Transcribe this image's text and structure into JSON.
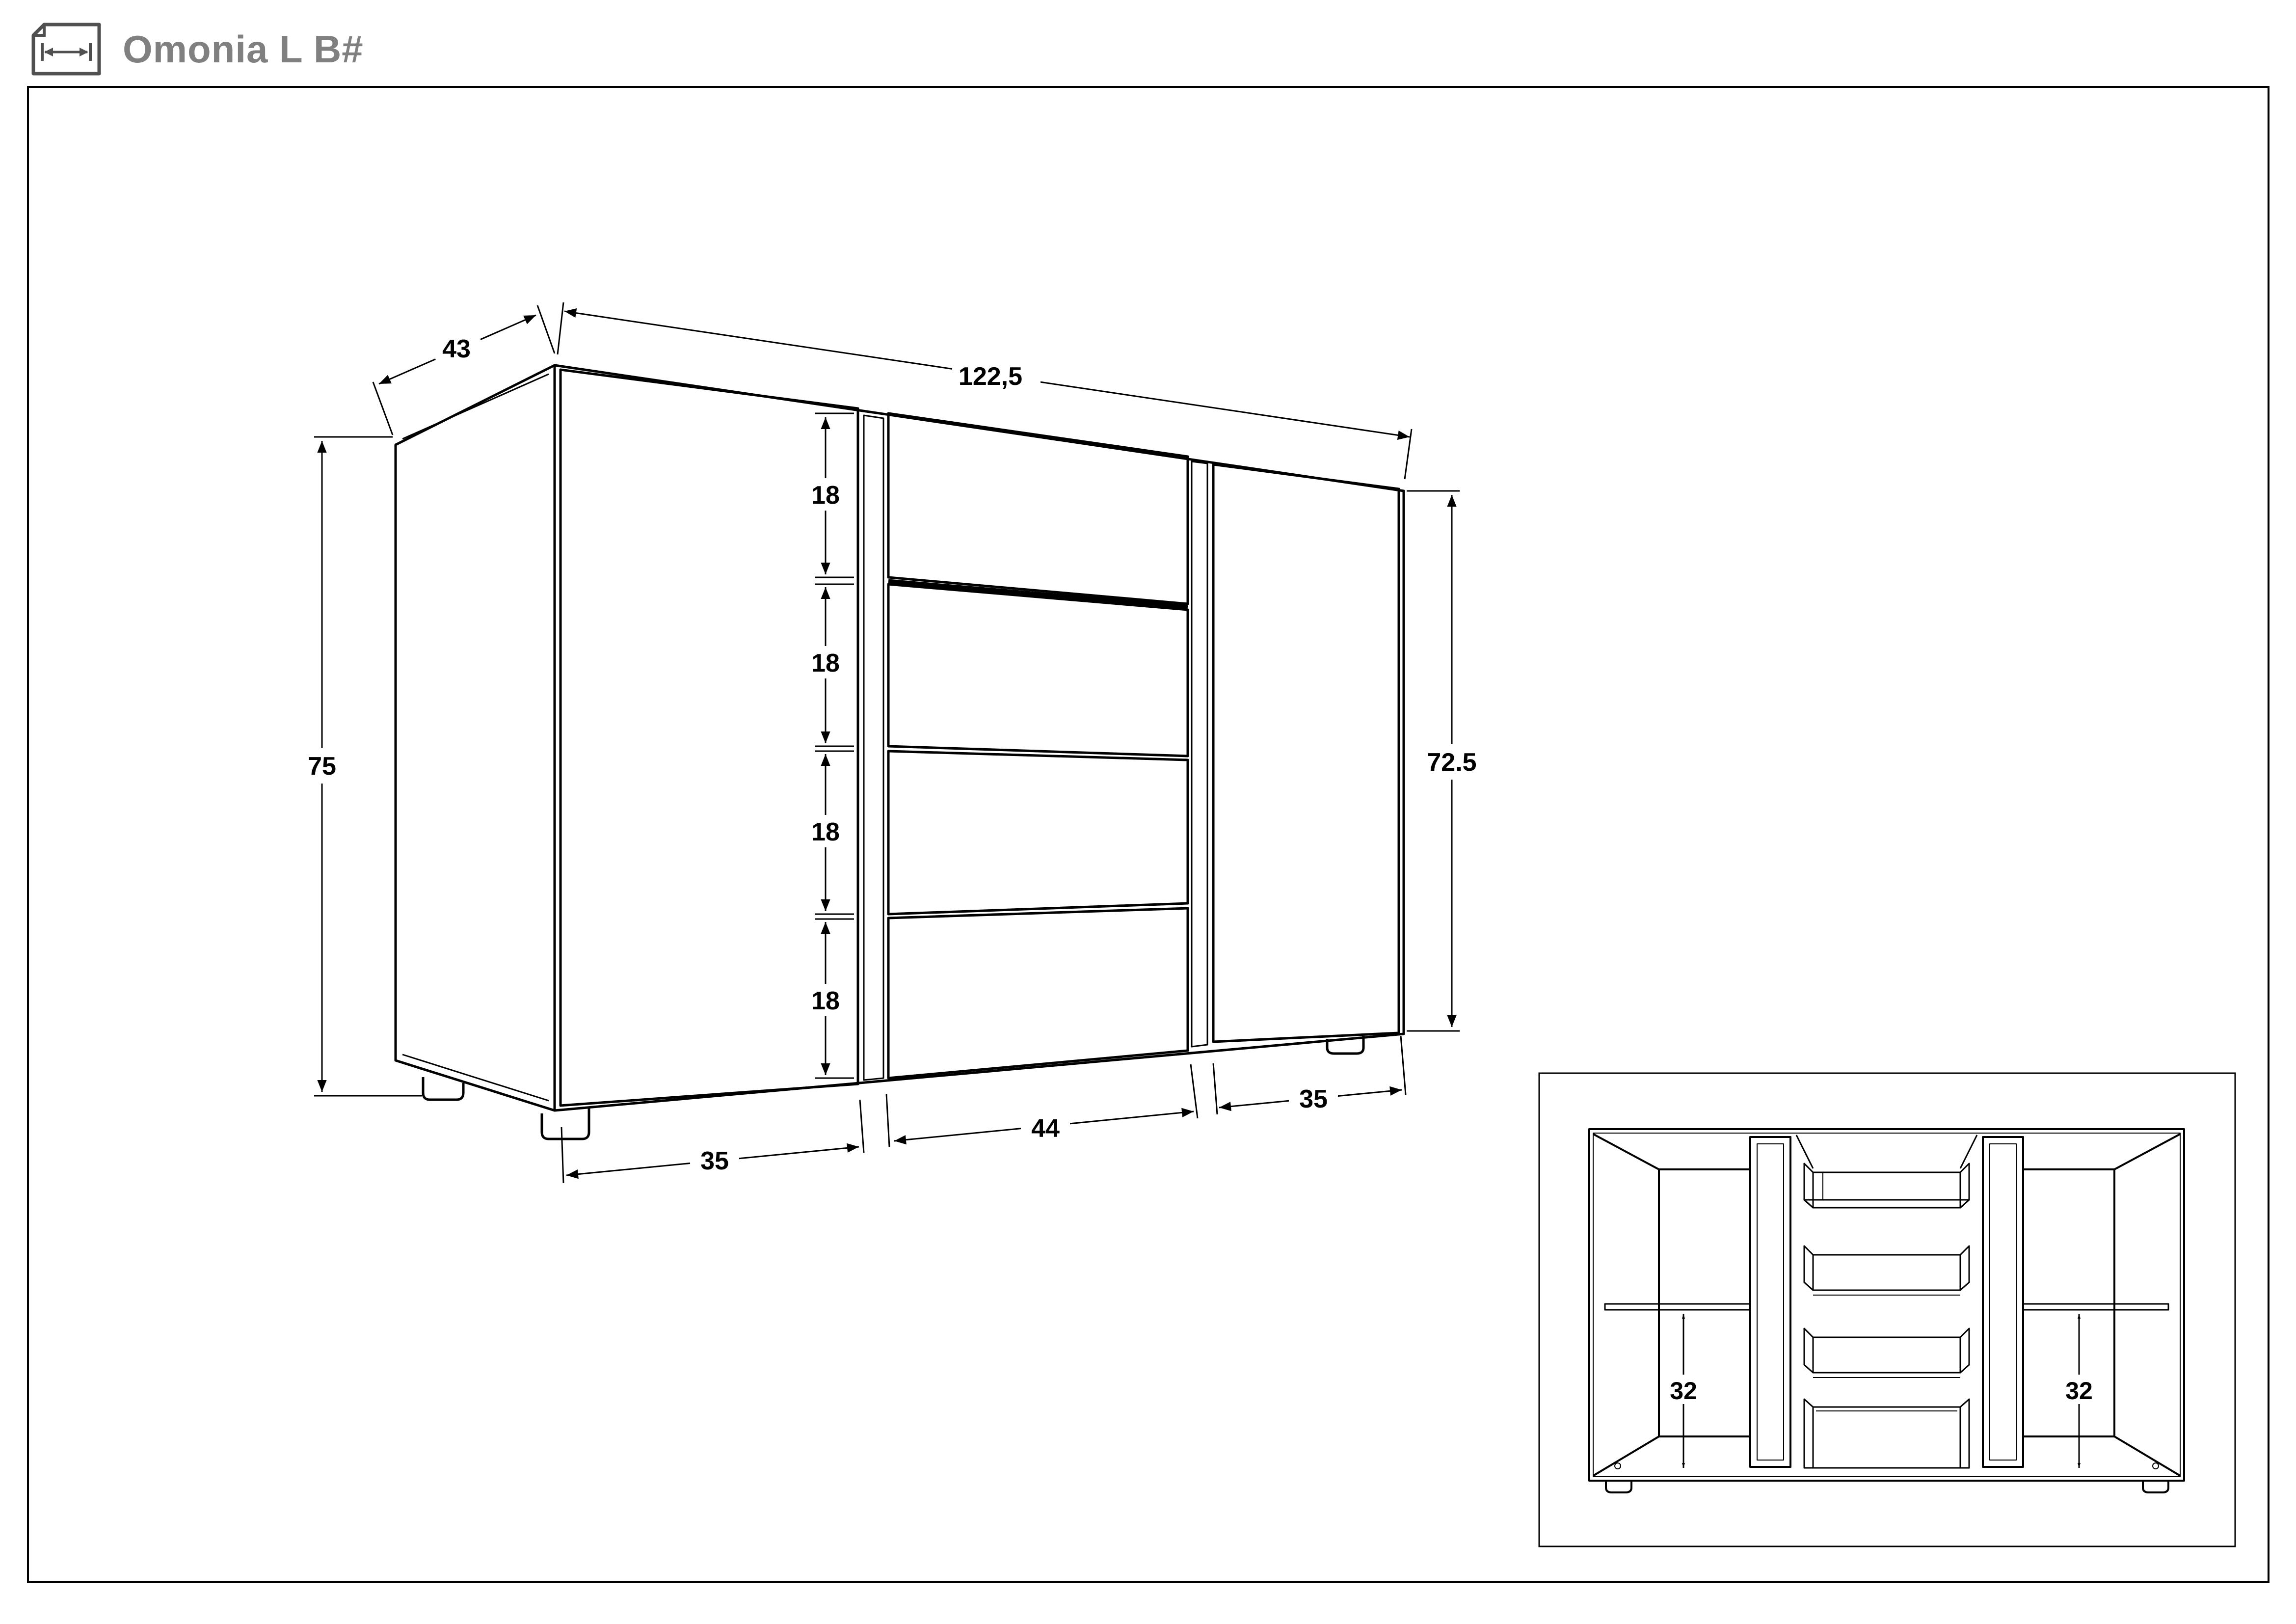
{
  "header": {
    "title": "Omonia L B#",
    "icon": "width-dimension-icon"
  },
  "main_view": {
    "depth": "43",
    "width": "122,5",
    "height_total": "75",
    "height_body": "72.5",
    "drawer_heights": [
      "18",
      "18",
      "18",
      "18"
    ],
    "left_door_width": "35",
    "drawer_width": "44",
    "right_door_width": "35"
  },
  "inset_view": {
    "left_shelf_height": "32",
    "right_shelf_height": "32"
  }
}
